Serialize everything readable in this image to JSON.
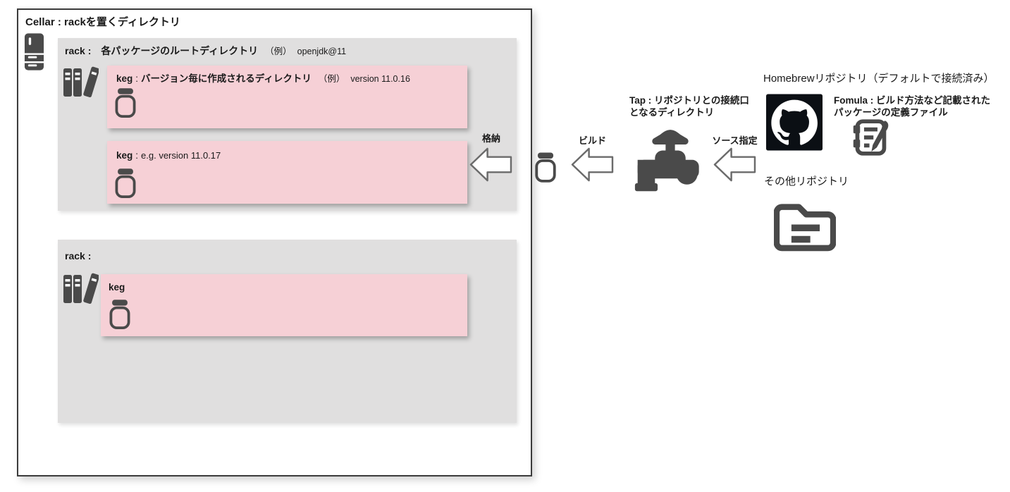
{
  "cellar": {
    "title": "Cellar : rackを置くディレクトリ",
    "rack1": {
      "label": "rack :",
      "desc": "各パッケージのルートディレクトリ",
      "example_prefix": "（例）",
      "example": "openjdk@11",
      "keg1": {
        "label": "keg",
        "sep": ":",
        "desc": "バージョン毎に作成されるディレクトリ",
        "example_prefix": "（例）",
        "example": "version 11.0.16"
      },
      "keg2": {
        "label": "keg",
        "sep": ":",
        "desc": "e.g. version 11.0.17"
      }
    },
    "rack2": {
      "label": "rack :",
      "keg3": {
        "label": "keg"
      }
    }
  },
  "flow": {
    "store_label": "格納",
    "build_label": "ビルド",
    "source_label": "ソース指定",
    "tap_line1": "Tap : リポジトリとの接続口",
    "tap_line2": "となるディレクトリ"
  },
  "repos": {
    "homebrew_title": "Homebrewリポジトリ（デフォルトで接続済み）",
    "formula_line1": "Fomula : ビルド方法など記載された",
    "formula_line2": "パッケージの定義ファイル",
    "other_title": "その他リポジトリ"
  },
  "icons": {
    "cellar": "refrigerator-icon",
    "rack": "books-icon",
    "keg": "jar-icon",
    "flow": "left-arrow-icon",
    "tap": "faucet-icon",
    "homebrew": "github-icon",
    "formula": "note-pen-icon",
    "other_repo": "folder-icon"
  },
  "colors": {
    "keg_bg": "#f6d0d6",
    "rack_bg": "#e0dfdf",
    "icon": "#4a4a4a",
    "border": "#3b3b3b",
    "github_bg": "#0b0f14"
  }
}
